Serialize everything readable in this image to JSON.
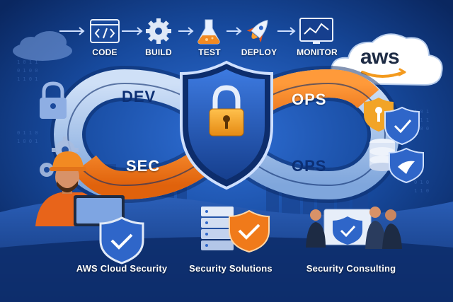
{
  "pipeline": {
    "steps": [
      {
        "label": "CODE",
        "icon": "code-icon"
      },
      {
        "label": "BUILD",
        "icon": "gear-icon"
      },
      {
        "label": "TEST",
        "icon": "flask-icon"
      },
      {
        "label": "DEPLOY",
        "icon": "rocket-icon"
      },
      {
        "label": "MONITOR",
        "icon": "monitor-chart-icon"
      }
    ]
  },
  "loop": {
    "dev": "DEV",
    "sec": "SEC",
    "ops_top": "OPS",
    "ops_bottom": "OPS"
  },
  "cloud": {
    "brand": "aws"
  },
  "bottom": {
    "left": "AWS Cloud Security",
    "center": "Security Solutions",
    "right": "Security Consulting"
  },
  "colors": {
    "background": "#0b2c6b",
    "accent_orange": "#f07a1a",
    "shield_blue": "#2f66c9",
    "lock_gold": "#f2a427"
  }
}
